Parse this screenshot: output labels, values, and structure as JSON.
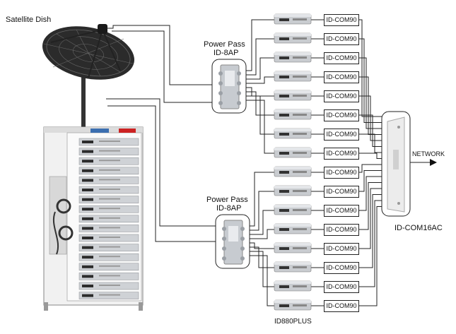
{
  "labels": {
    "satellite_dish": "Satellite Dish",
    "power_pass_1": "Power Pass",
    "power_pass_1_model": "ID-8AP",
    "power_pass_2": "Power Pass",
    "power_pass_2_model": "ID-8AP",
    "network": "NETWORK",
    "com16ac": "ID-COM16AC",
    "receiver_model": "ID880PLUS"
  },
  "com_modules": [
    "ID-COM90",
    "ID-COM90",
    "ID-COM90",
    "ID-COM90",
    "ID-COM90",
    "ID-COM90",
    "ID-COM90",
    "ID-COM90",
    "ID-COM90",
    "ID-COM90",
    "ID-COM90",
    "ID-COM90",
    "ID-COM90",
    "ID-COM90",
    "ID-COM90",
    "ID-COM90"
  ],
  "colors": {
    "line": "#222222",
    "receiver_body": "#c9ccd0",
    "rack_frame": "#e8e8e8",
    "dish": "#2a2a2a",
    "accent_red": "#cc2222"
  }
}
